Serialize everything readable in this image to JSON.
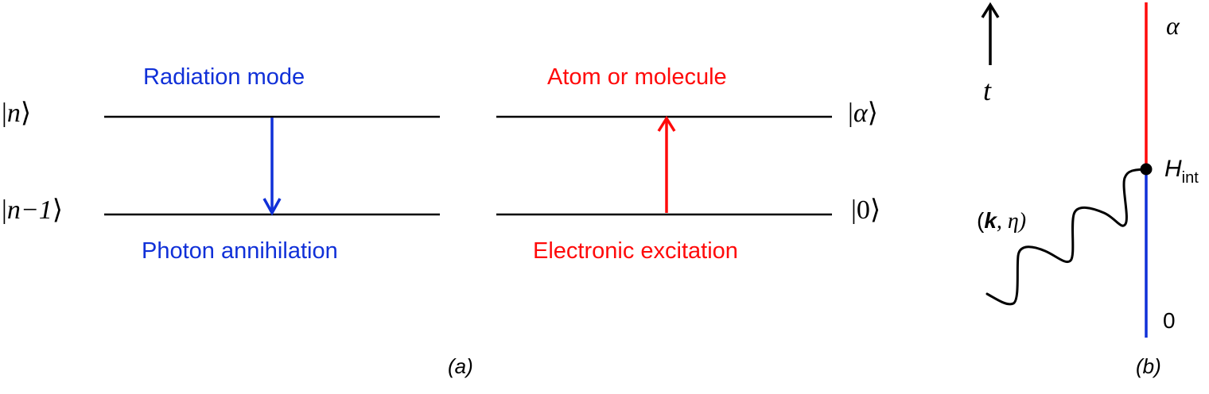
{
  "colors": {
    "blue": "#1030d8",
    "red": "#ff0a0a",
    "black": "#000000"
  },
  "panel_a": {
    "caption": "(a)",
    "radiation": {
      "title": "Radiation mode",
      "subtitle": "Photon annihilation",
      "upper_state": "n",
      "lower_state": "n−1",
      "arrow": "down"
    },
    "atom": {
      "title": "Atom or molecule",
      "subtitle": "Electronic excitation",
      "upper_state": "α",
      "lower_state": "0",
      "arrow": "up"
    }
  },
  "panel_b": {
    "caption": "(b)",
    "time_label": "t",
    "upper_state": "α",
    "lower_state": "0",
    "vertex_label": "H",
    "vertex_subscript": "int",
    "photon_label_open": "(",
    "photon_label_k": "k",
    "photon_label_rest": ", η)"
  }
}
